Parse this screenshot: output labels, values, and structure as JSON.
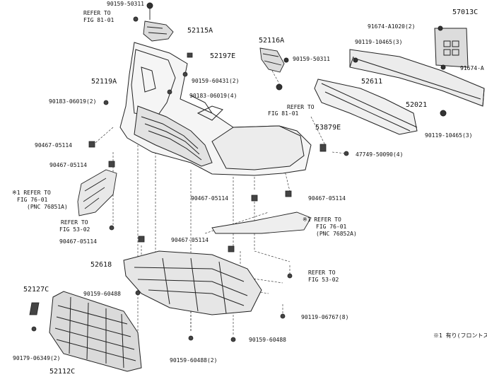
{
  "parts": {
    "p90159_50311_top": "90159-50311",
    "p52115A": "52115A",
    "p52116A": "52116A",
    "p90159_50311_mid": "90159-50311",
    "p57013C": "57013C",
    "p91674_A1020": "91674-A1020(2)",
    "p90119_10465_top": "90119-10465(3)",
    "p91674_A": "91674-A",
    "p52197E": "52197E",
    "p52119A": "52119A",
    "p90159_60431": "90159-60431(2)",
    "p90183_06019_4": "90183-06019(4)",
    "p90183_06019_2": "90183-06019(2)",
    "p52611": "52611",
    "p52021": "52021",
    "p53879E": "53879E",
    "p90119_10465_bot": "90119-10465(3)",
    "p90467_05114_a": "90467-05114",
    "p47749_50090": "47749-50090(4)",
    "p90467_05114_b": "90467-05114",
    "p90467_05114_c": "90467-05114",
    "p90467_05114_d": "90467-05114",
    "p90467_05114_e": "90467-05114",
    "p90467_05114_f": "90467-05114",
    "p52618": "52618",
    "p52127C": "52127C",
    "p90159_60488_left": "90159-60488",
    "p90119_06767": "90119-06767(8)",
    "p90159_60488_bot": "90159-60488",
    "p90179_06349": "90179-06349(2)",
    "p90159_60488_2": "90159-60488(2)",
    "p52112C": "52112C"
  },
  "refs": {
    "fig81_left_1": "REFER TO",
    "fig81_left_2": "FIG 81-01",
    "fig81_mid_1": "REFER TO",
    "fig81_mid_2": "FIG 81-01",
    "fig76_left_1": "※1 REFER TO",
    "fig76_left_2": "FIG 76-01",
    "fig76_left_3": "(PNC 76851A)",
    "fig53_left_1": "REFER TO",
    "fig53_left_2": "FIG 53-02",
    "fig76_right_1": "※1 REFER TO",
    "fig76_right_2": "FIG 76-01",
    "fig76_right_3": "(PNC 76852A)",
    "fig53_right_1": "REFER TO",
    "fig53_right_2": "FIG 53-02"
  },
  "footnote": "※1 有り(フロントス"
}
